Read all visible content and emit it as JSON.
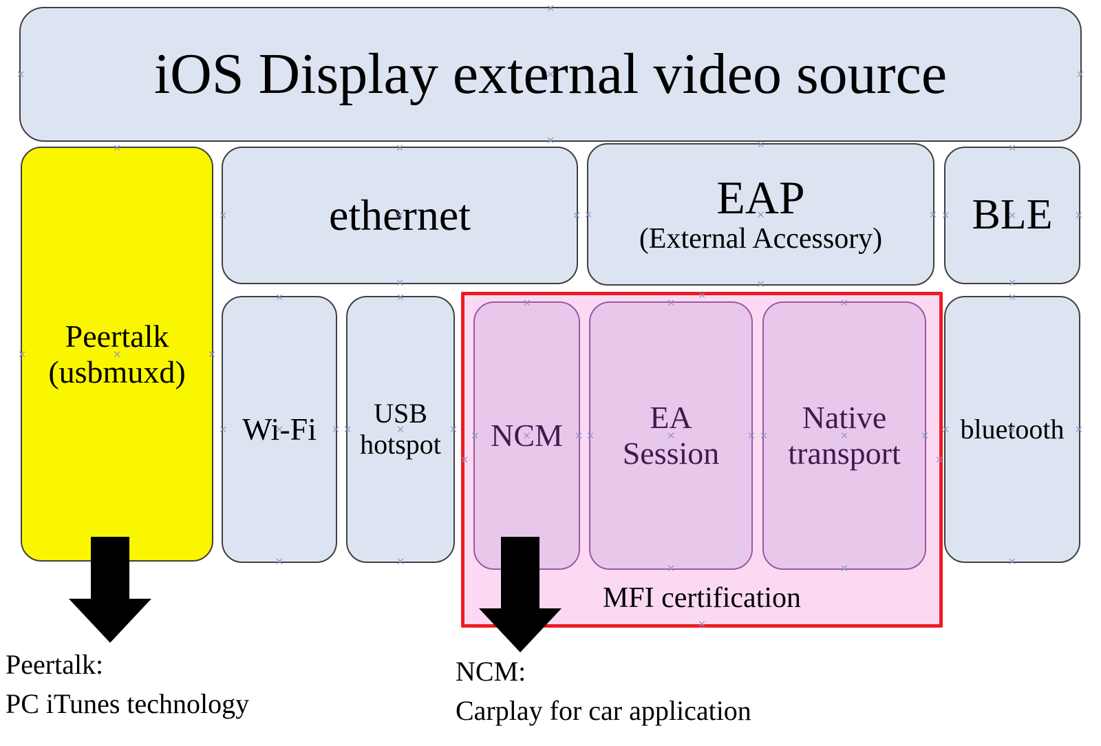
{
  "diagram": {
    "title": "iOS Display external video source",
    "peertalk": {
      "line1": "Peertalk",
      "line2": "(usbmuxd)"
    },
    "ethernet": {
      "label": "ethernet"
    },
    "eap": {
      "title": "EAP",
      "subtitle": "(External Accessory)"
    },
    "ble": {
      "label": "BLE"
    },
    "wifi": {
      "label": "Wi-Fi"
    },
    "usb_hotspot": {
      "line1": "USB",
      "line2": "hotspot"
    },
    "mfi_group": {
      "label": "MFI certification"
    },
    "ncm": {
      "label": "NCM"
    },
    "ea_session": {
      "line1": "EA",
      "line2": "Session"
    },
    "native_transport": {
      "line1": "Native",
      "line2": "transport"
    },
    "bluetooth": {
      "label": "bluetooth"
    }
  },
  "notes": {
    "peertalk": {
      "line1": "Peertalk:",
      "line2": "PC iTunes technology"
    },
    "ncm": {
      "line1": "NCM:",
      "line2": "Carplay for car application"
    }
  },
  "colors": {
    "box_fill": "#dde4f1",
    "box_border": "#3f3f3f",
    "yellow_fill": "#f9f600",
    "pink_fill": "#fcd9f2",
    "purple_fill": "#e7c8eb",
    "purple_border": "#9c58a0",
    "purple_text": "#401a4d",
    "red_border": "#ec1c24",
    "anchor_color": "#8a94c9"
  }
}
